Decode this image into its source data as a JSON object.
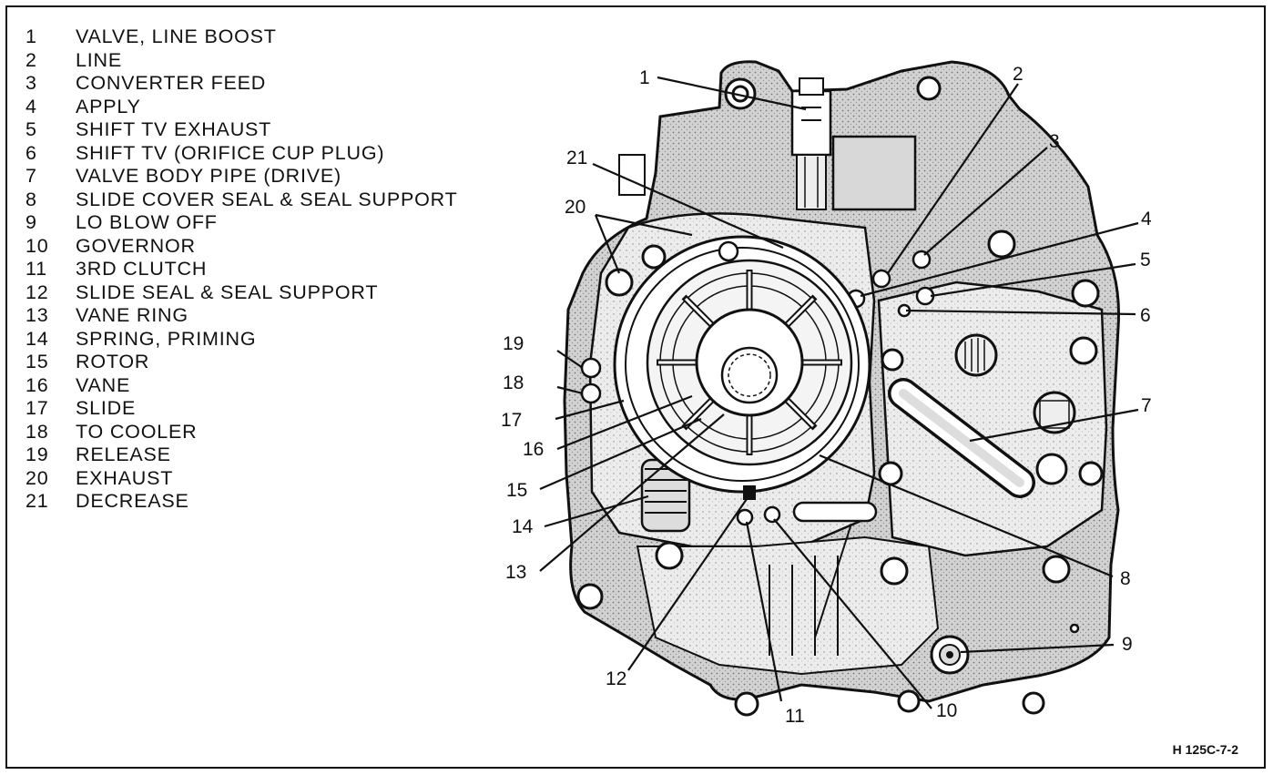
{
  "legend": [
    {
      "num": "1",
      "label": "VALVE, LINE BOOST"
    },
    {
      "num": "2",
      "label": "LINE"
    },
    {
      "num": "3",
      "label": "CONVERTER FEED"
    },
    {
      "num": "4",
      "label": "APPLY"
    },
    {
      "num": "5",
      "label": "SHIFT TV EXHAUST"
    },
    {
      "num": "6",
      "label": "SHIFT TV (ORIFICE CUP PLUG)"
    },
    {
      "num": "7",
      "label": "VALVE BODY PIPE (DRIVE)"
    },
    {
      "num": "8",
      "label": "SLIDE COVER SEAL & SEAL SUPPORT"
    },
    {
      "num": "9",
      "label": "LO BLOW OFF"
    },
    {
      "num": "10",
      "label": "GOVERNOR"
    },
    {
      "num": "11",
      "label": "3RD CLUTCH"
    },
    {
      "num": "12",
      "label": "SLIDE SEAL & SEAL SUPPORT"
    },
    {
      "num": "13",
      "label": "VANE RING"
    },
    {
      "num": "14",
      "label": "SPRING, PRIMING"
    },
    {
      "num": "15",
      "label": "ROTOR"
    },
    {
      "num": "16",
      "label": "VANE"
    },
    {
      "num": "17",
      "label": "SLIDE"
    },
    {
      "num": "18",
      "label": "TO COOLER"
    },
    {
      "num": "19",
      "label": "RELEASE"
    },
    {
      "num": "20",
      "label": "EXHAUST"
    },
    {
      "num": "21",
      "label": "DECREASE"
    }
  ],
  "callouts": {
    "c1": "1",
    "c2": "2",
    "c3": "3",
    "c4": "4",
    "c5": "5",
    "c6": "6",
    "c7": "7",
    "c8": "8",
    "c9": "9",
    "c10": "10",
    "c11": "11",
    "c12": "12",
    "c13": "13",
    "c14": "14",
    "c15": "15",
    "c16": "16",
    "c17": "17",
    "c18": "18",
    "c19": "19",
    "c20": "20",
    "c21": "21"
  },
  "figure_code": "H 125C-7-2",
  "colors": {
    "ink": "#111111",
    "casting": "#c9c9c9",
    "paper": "#ffffff"
  }
}
